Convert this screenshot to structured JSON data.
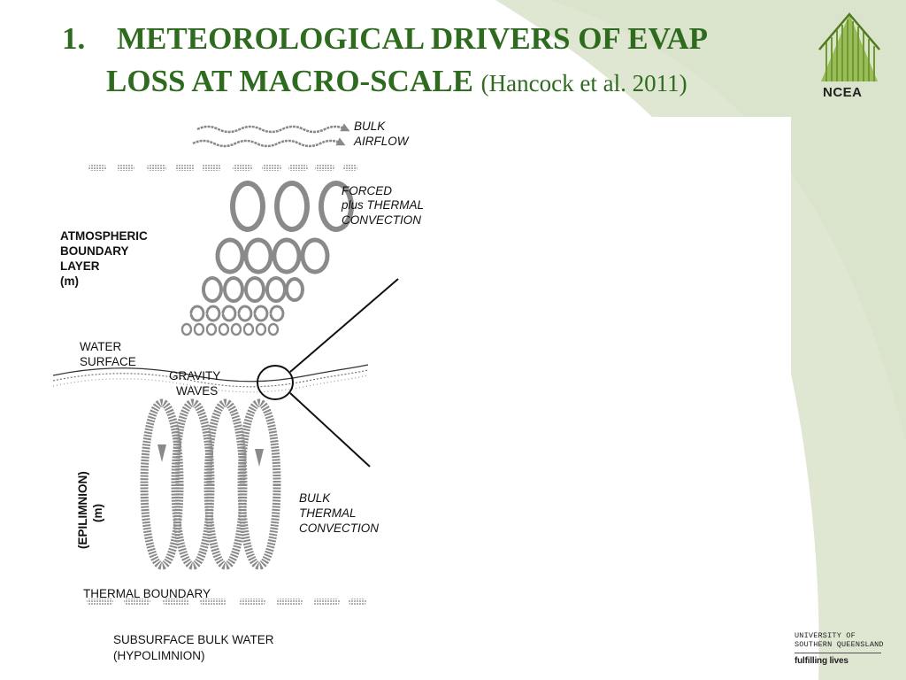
{
  "slide": {
    "title_number": "1.",
    "title_line1": "METEOROLOGICAL DRIVERS OF EVAP",
    "title_line2": "LOSS AT MACRO-SCALE",
    "title_citation": "(Hancock et al. 2011)",
    "logo_text": "NCEA",
    "university_line1": "UNIVERSITY OF",
    "university_line2": "SOUTHERN QUEENSLAND",
    "university_tagline": "fulfilling lives",
    "accent_color": "#2e6b1f",
    "background_tint": "#dfe6d2"
  },
  "diagram": {
    "labels": {
      "bulk_airflow": [
        "BULK",
        "AIRFLOW"
      ],
      "forced_convection": [
        "FORCED",
        "plus THERMAL",
        "CONVECTION"
      ],
      "atmospheric_boundary_layer": [
        "ATMOSPHERIC",
        "BOUNDARY",
        "LAYER",
        "(m)"
      ],
      "water_surface": [
        "WATER",
        "SURFACE"
      ],
      "gravity_waves": [
        "GRAVITY",
        "WAVES"
      ],
      "epilimnion": [
        "(EPILIMNION)",
        "(m)"
      ],
      "bulk_thermal_convection": [
        "BULK",
        "THERMAL",
        "CONVECTION"
      ],
      "thermal_boundary": "THERMAL BOUNDARY",
      "subsurface": [
        "SUBSURFACE BULK WATER",
        "(HYPOLIMNION)"
      ]
    }
  }
}
